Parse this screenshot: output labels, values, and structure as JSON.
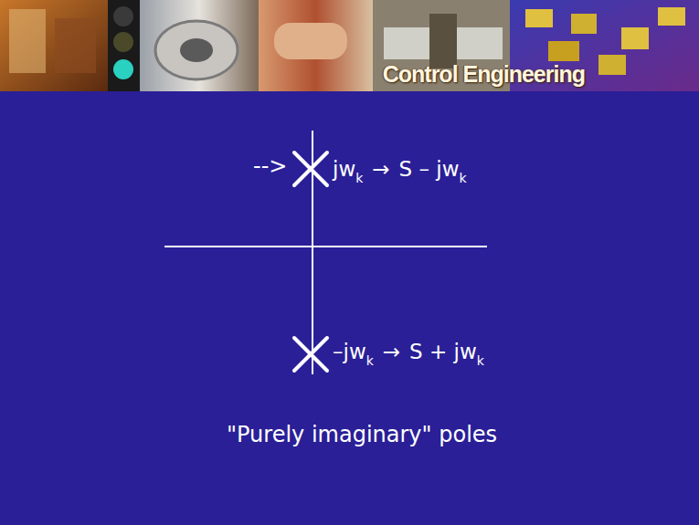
{
  "diagram": {
    "title": "Control Engineering",
    "caption": "\"Purely imaginary\" poles",
    "labels": [
      "-->",
      "jw",
      "k",
      "→",
      "S – jw",
      "k",
      "–jw",
      "k",
      "→",
      "S + jw",
      "k"
    ]
  }
}
